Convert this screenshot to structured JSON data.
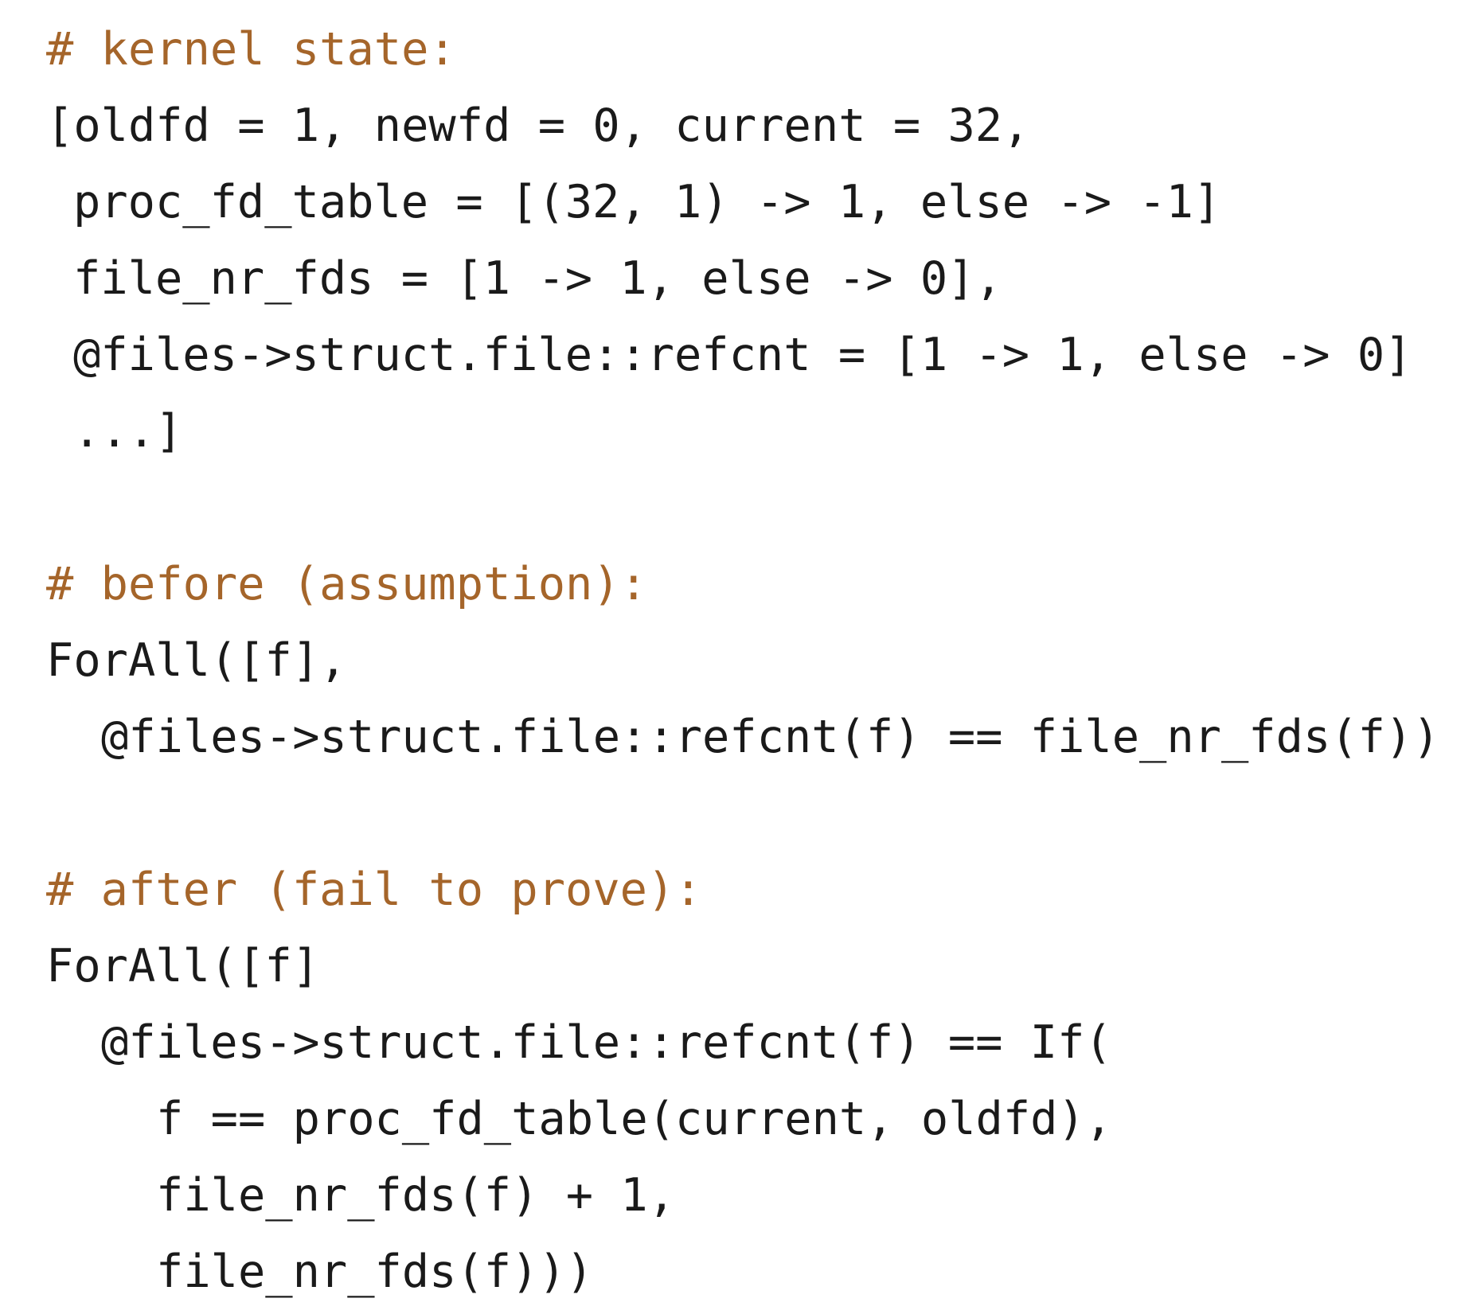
{
  "lines": [
    {
      "text": "# kernel state:",
      "kind": "comment",
      "indent": 0
    },
    {
      "text": "[oldfd = 1, newfd = 0, current = 32,",
      "kind": "code",
      "indent": 0
    },
    {
      "text": "proc_fd_table = [(32, 1) -> 1, else -> -1]",
      "kind": "code",
      "indent": 1
    },
    {
      "text": "file_nr_fds = [1 -> 1, else -> 0],",
      "kind": "code",
      "indent": 1
    },
    {
      "text": "@files->struct.file::refcnt = [1 -> 1, else -> 0]",
      "kind": "code",
      "indent": 1
    },
    {
      "text": "...]",
      "kind": "code",
      "indent": 1
    },
    {
      "text": "",
      "kind": "blank",
      "indent": 0
    },
    {
      "text": "# before (assumption):",
      "kind": "comment",
      "indent": 0
    },
    {
      "text": "ForAll([f],",
      "kind": "code",
      "indent": 0
    },
    {
      "text": "@files->struct.file::refcnt(f) == file_nr_fds(f))",
      "kind": "code",
      "indent": 2
    },
    {
      "text": "",
      "kind": "blank",
      "indent": 0
    },
    {
      "text": "# after (fail to prove):",
      "kind": "comment",
      "indent": 0
    },
    {
      "text": "ForAll([f]",
      "kind": "code",
      "indent": 0
    },
    {
      "text": "@files->struct.file::refcnt(f) == If(",
      "kind": "code",
      "indent": 2
    },
    {
      "text": "f == proc_fd_table(current, oldfd),",
      "kind": "code",
      "indent": 3
    },
    {
      "text": "file_nr_fds(f) + 1,",
      "kind": "code",
      "indent": 3
    },
    {
      "text": "file_nr_fds(f)))",
      "kind": "code",
      "indent": 3
    }
  ],
  "colors": {
    "comment": "#a5652a",
    "code": "#1a1a1a",
    "background": "#ffffff"
  }
}
